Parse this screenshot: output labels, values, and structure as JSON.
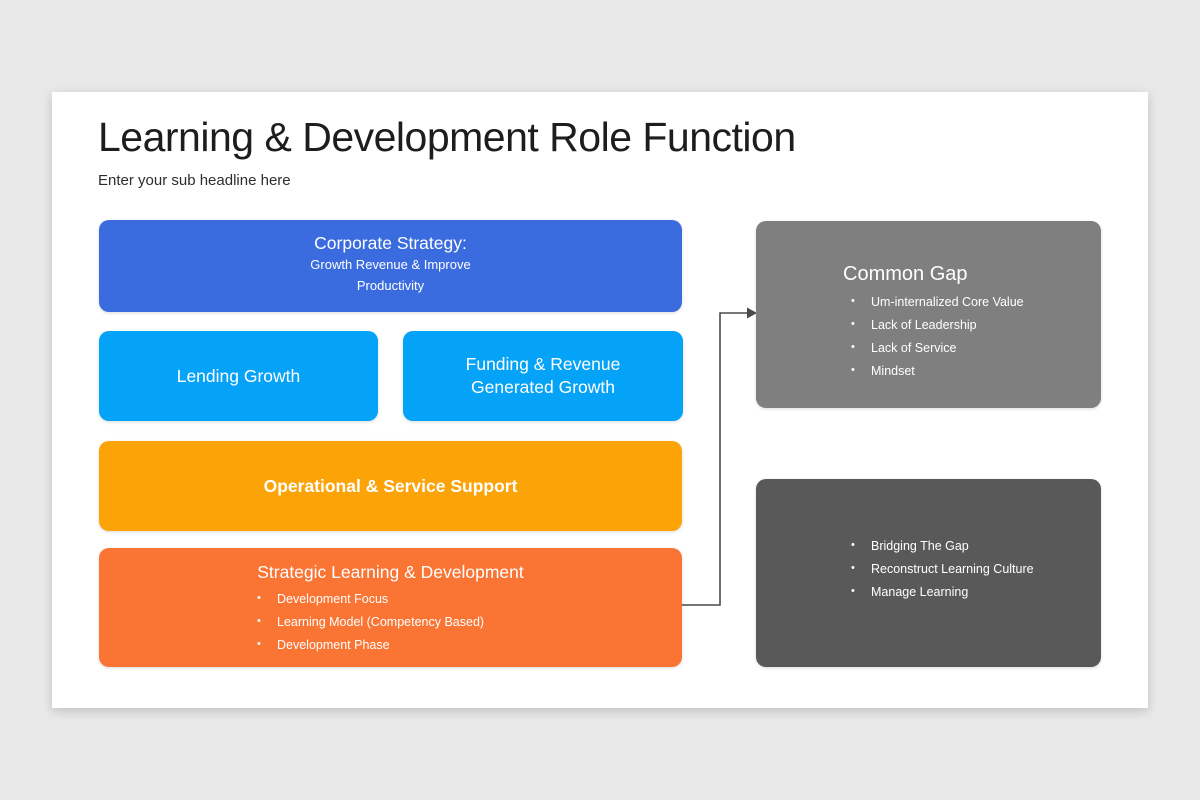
{
  "page": {
    "background": "#e9e9e9",
    "card_background": "#ffffff"
  },
  "header": {
    "title": "Learning & Development Role Function",
    "subtitle": "Enter your sub headline here"
  },
  "boxes": {
    "corporate": {
      "color": "#3a6ce0",
      "title": "Corporate Strategy:",
      "lines": [
        "Growth Revenue & Improve",
        "Productivity"
      ]
    },
    "lending": {
      "color": "#05a3f7",
      "title": "Lending Growth"
    },
    "funding": {
      "color": "#05a3f7",
      "lines": [
        "Funding & Revenue",
        "Generated Growth"
      ]
    },
    "operational": {
      "color": "#fba307",
      "title": "Operational & Service Support"
    },
    "strategic": {
      "color": "#fa7434",
      "title": "Strategic Learning & Development",
      "bullets": [
        "Development Focus",
        "Learning Model (Competency Based)",
        "Development Phase"
      ]
    },
    "common_gap": {
      "color": "#7f7f7f",
      "title": "Common Gap",
      "bullets": [
        "Um-internalized Core Value",
        "Lack of Leadership",
        "Lack of Service",
        "Mindset"
      ]
    },
    "bridging": {
      "color": "#595959",
      "bullets": [
        "Bridging The Gap",
        "Reconstruct Learning Culture",
        "Manage Learning"
      ]
    }
  },
  "connector": {
    "color": "#4a4a4a"
  }
}
